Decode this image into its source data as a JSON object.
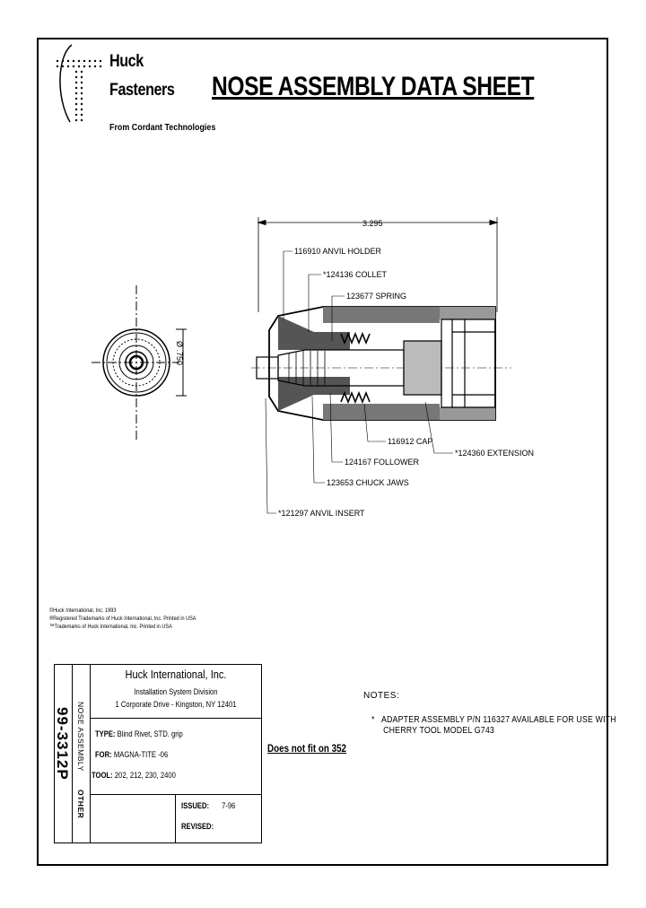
{
  "brand": {
    "name_line1": "Huck",
    "name_line2": "Fasteners",
    "tagline": "From Cordant Technologies"
  },
  "title": "NOSE ASSEMBLY DATA SHEET",
  "drawing": {
    "overall_length": "3.295",
    "diameter": "Ø .750",
    "callouts": {
      "anvil_holder": "116910 ANVIL HOLDER",
      "collet": "*124136 COLLET",
      "spring": "123677 SPRING",
      "cap": "116912 CAP",
      "extension": "*124360 EXTENSION",
      "follower": "124167 FOLLOWER",
      "chuck_jaws": "123653 CHUCK JAWS",
      "anvil_insert": "*121297 ANVIL INSERT"
    }
  },
  "copyright": [
    "©Huck International, Inc. 1993",
    "®Registered Trademarks of Huck International, Inc. Printed in USA",
    "™Trademarks of Huck International, Inc. Printed in USA"
  ],
  "title_block": {
    "part_number": "99-3312P",
    "category": "NOSE ASSEMBLY",
    "other": "OTHER",
    "company": "Huck International, Inc.",
    "division": "Installation System Division",
    "address": "1 Corporate Drive - Kingston, NY  12401",
    "type_label": "TYPE:",
    "type_value": "Blind Rivet, STD. grip",
    "for_label": "FOR:",
    "for_value": "MAGNA-TITE -06",
    "tool_label": "TOOL:",
    "tool_value": "202, 212, 230, 2400",
    "issued_label": "ISSUED:",
    "issued_value": "7-96",
    "revised_label": "REVISED:",
    "revised_value": ""
  },
  "warning": "Does not fit on 352",
  "notes": {
    "heading": "NOTES:",
    "items": [
      "*   ADAPTER ASSEMBLY P/N 116327 AVAILABLE FOR USE WITH\n     CHERRY TOOL MODEL G743"
    ]
  }
}
